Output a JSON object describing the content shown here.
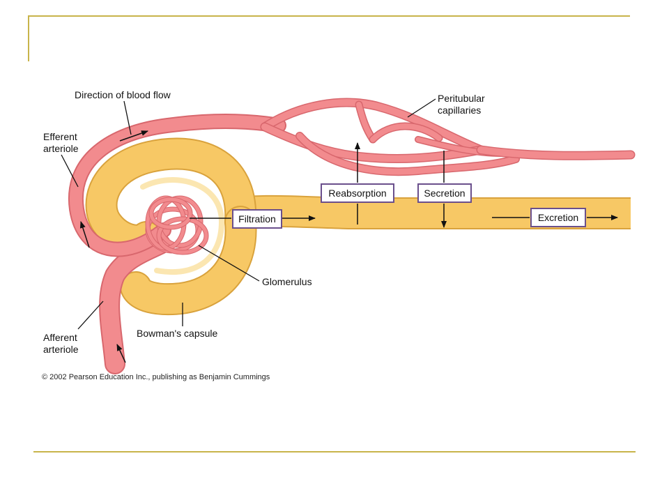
{
  "labels": {
    "direction_of_blood_flow": "Direction of blood flow",
    "peritubular_capillaries": [
      "Peritubular",
      "capillaries"
    ],
    "efferent_arteriole": [
      "Efferent",
      "arteriole"
    ],
    "afferent_arteriole": [
      "Afferent",
      "arteriole"
    ],
    "glomerulus": "Glomerulus",
    "bowmans_capsule": "Bowman's capsule"
  },
  "process_boxes": {
    "filtration": "Filtration",
    "reabsorption": "Reabsorption",
    "secretion": "Secretion",
    "excretion": "Excretion"
  },
  "copyright": "© 2002 Pearson Education Inc., publishing as Benjamin Cummings",
  "colors": {
    "accent_rule": "#c8b44a",
    "vessel": "#f28b8e",
    "vessel_edge": "#d8676d",
    "tubule": "#f7c865",
    "tubule_edge": "#d9a23c",
    "box_border": "#6a4f8c"
  }
}
